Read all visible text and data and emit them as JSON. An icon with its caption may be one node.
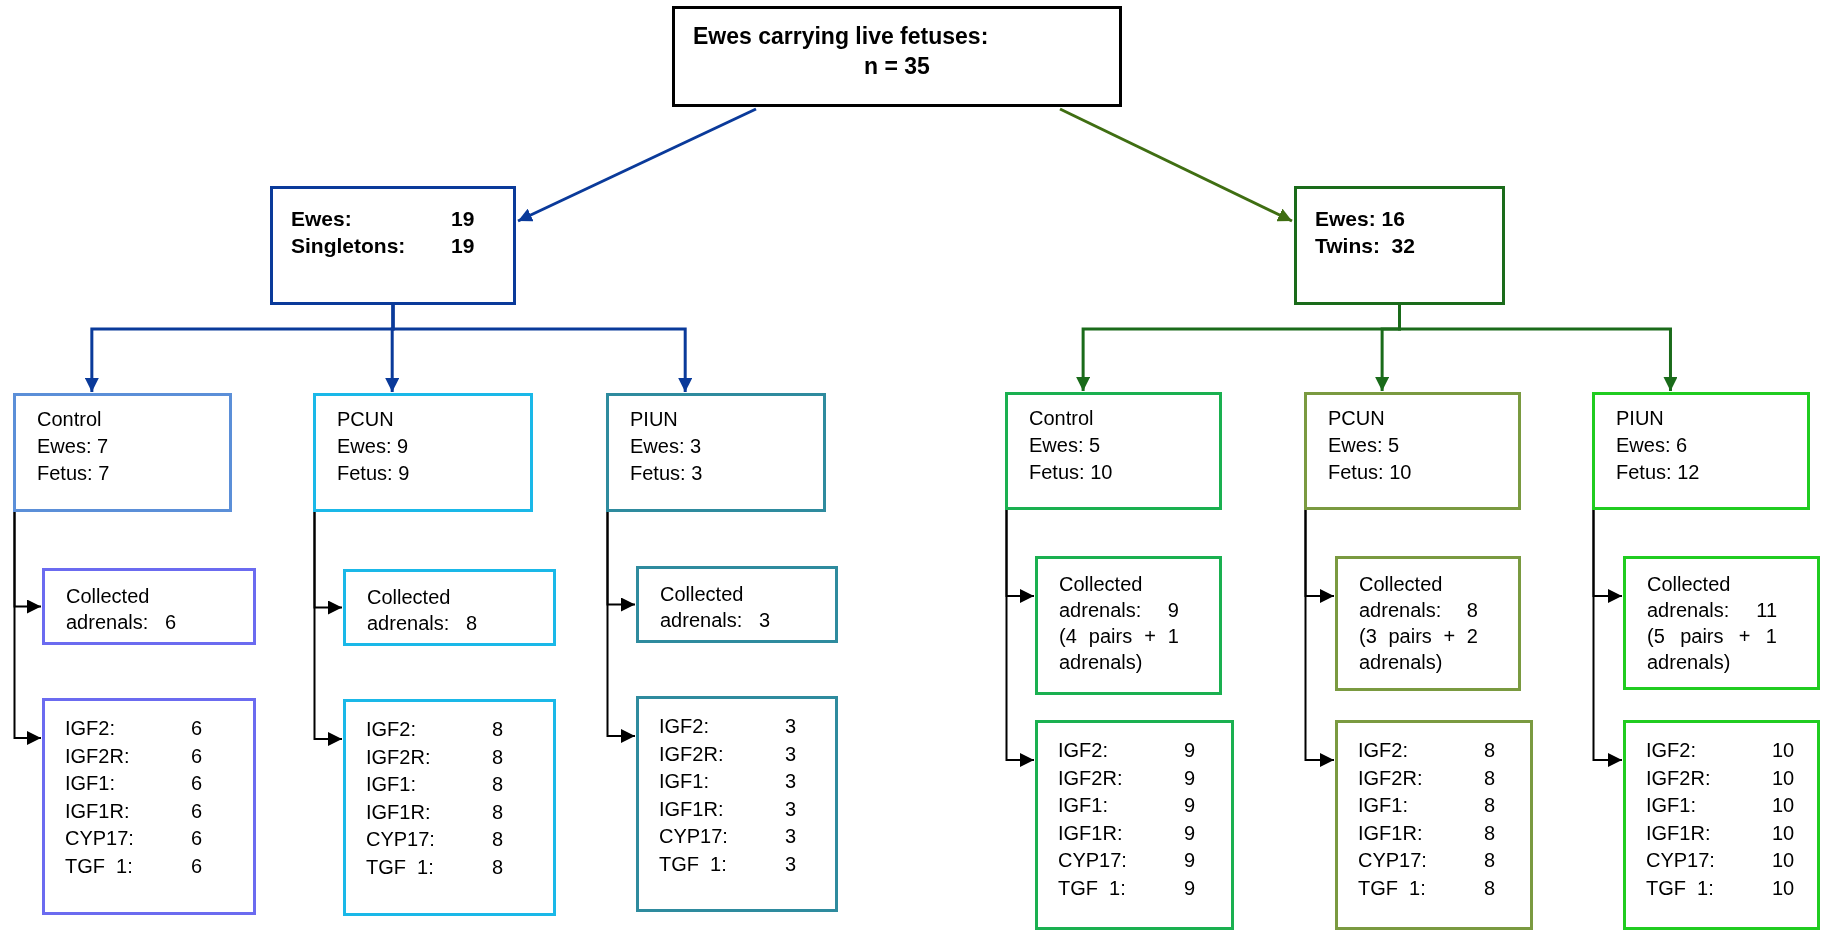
{
  "diagram": {
    "nodes": [
      {
        "text": [
          "Ewes carrying live fetuses:",
          "n = 35"
        ]
      },
      {
        "text": [
          "Ewes:",
          "19",
          "Singletons:",
          "19"
        ]
      },
      {
        "text": [
          "Ewes: 16",
          "Twins:  32"
        ]
      },
      {
        "text": [
          "Control",
          "Ewes: 7",
          "Fetus: 7"
        ]
      },
      {
        "text": [
          "PCUN",
          "Ewes: 9",
          "Fetus: 9"
        ]
      },
      {
        "text": [
          "PIUN",
          "Ewes: 3",
          "Fetus: 3"
        ]
      },
      {
        "text": [
          "Control",
          "Ewes: 5",
          "Fetus: 10"
        ]
      },
      {
        "text": [
          "PCUN",
          "Ewes: 5",
          "Fetus: 10"
        ]
      },
      {
        "text": [
          "PIUN",
          "Ewes: 6",
          "Fetus: 12"
        ]
      },
      {
        "text": [
          "Collected adrenals:   6"
        ]
      },
      {
        "text": [
          "IGF2:",
          "6",
          "IGF2R:",
          "6",
          "IGF1:",
          "6",
          "IGF1R:",
          "6",
          "CYP17:",
          "6",
          "TGF  1:",
          "6"
        ]
      },
      {
        "text": [
          "Collected adrenals:   8"
        ]
      },
      {
        "text": [
          "IGF2:",
          "8",
          "IGF2R:",
          "8",
          "IGF1:",
          "8",
          "IGF1R:",
          "8",
          "CYP17:",
          "8",
          "TGF  1:",
          "8"
        ]
      },
      {
        "text": [
          "Collected adrenals:   3"
        ]
      },
      {
        "text": [
          "IGF2:",
          "3",
          "IGF2R:",
          "3",
          "IGF1:",
          "3",
          "IGF1R:",
          "3",
          "CYP17:",
          "3",
          "TGF  1:",
          "3"
        ]
      },
      {
        "text": [
          "Collected adrenals: 9 (4 pairs + 1 adrenals)"
        ]
      },
      {
        "text": [
          "IGF2:",
          "9",
          "IGF2R:",
          "9",
          "IGF1:",
          "9",
          "IGF1R:",
          "9",
          "CYP17:",
          "9",
          "TGF  1:",
          "9"
        ]
      },
      {
        "text": [
          "Collected adrenals: 8 (3 pairs + 2 adrenals)"
        ]
      },
      {
        "text": [
          "IGF2:",
          "8",
          "IGF2R:",
          "8",
          "IGF1:",
          "8",
          "IGF1R:",
          "8",
          "CYP17:",
          "8",
          "TGF  1:",
          "8"
        ]
      },
      {
        "text": [
          "Collected adrenals: 11 (5 pairs + 1 adrenals)"
        ]
      },
      {
        "text": [
          "IGF2:",
          "10",
          "IGF2R:",
          "10",
          "IGF1:",
          "10",
          "IGF1R:",
          "10",
          "CYP17:",
          "10",
          "TGF  1:",
          "10"
        ]
      }
    ],
    "edges": [
      {
        "from": 0,
        "to": 1,
        "arrow": "to",
        "color": "#0a3a9a"
      },
      {
        "from": 0,
        "to": 2,
        "arrow": "to",
        "color": "#3f6e12"
      },
      {
        "from": 1,
        "to": 3,
        "arrow": "to",
        "color": "#0a3a9a"
      },
      {
        "from": 1,
        "to": 4,
        "arrow": "to",
        "color": "#0a3a9a"
      },
      {
        "from": 1,
        "to": 5,
        "arrow": "to",
        "color": "#0a3a9a"
      },
      {
        "from": 2,
        "to": 6,
        "arrow": "to",
        "color": "#1a6b1a"
      },
      {
        "from": 2,
        "to": 7,
        "arrow": "to",
        "color": "#1a6b1a"
      },
      {
        "from": 2,
        "to": 8,
        "arrow": "to",
        "color": "#1a6b1a"
      },
      {
        "from": 3,
        "to": 9,
        "arrow": "to"
      },
      {
        "from": 3,
        "to": 10,
        "arrow": "to"
      },
      {
        "from": 4,
        "to": 11,
        "arrow": "to"
      },
      {
        "from": 4,
        "to": 12,
        "arrow": "to"
      },
      {
        "from": 5,
        "to": 13,
        "arrow": "to"
      },
      {
        "from": 5,
        "to": 14,
        "arrow": "to"
      },
      {
        "from": 6,
        "to": 15,
        "arrow": "to"
      },
      {
        "from": 6,
        "to": 16,
        "arrow": "to"
      },
      {
        "from": 7,
        "to": 17,
        "arrow": "to"
      },
      {
        "from": 7,
        "to": 18,
        "arrow": "to"
      },
      {
        "from": 8,
        "to": 19,
        "arrow": "to"
      },
      {
        "from": 8,
        "to": 20,
        "arrow": "to"
      }
    ]
  }
}
